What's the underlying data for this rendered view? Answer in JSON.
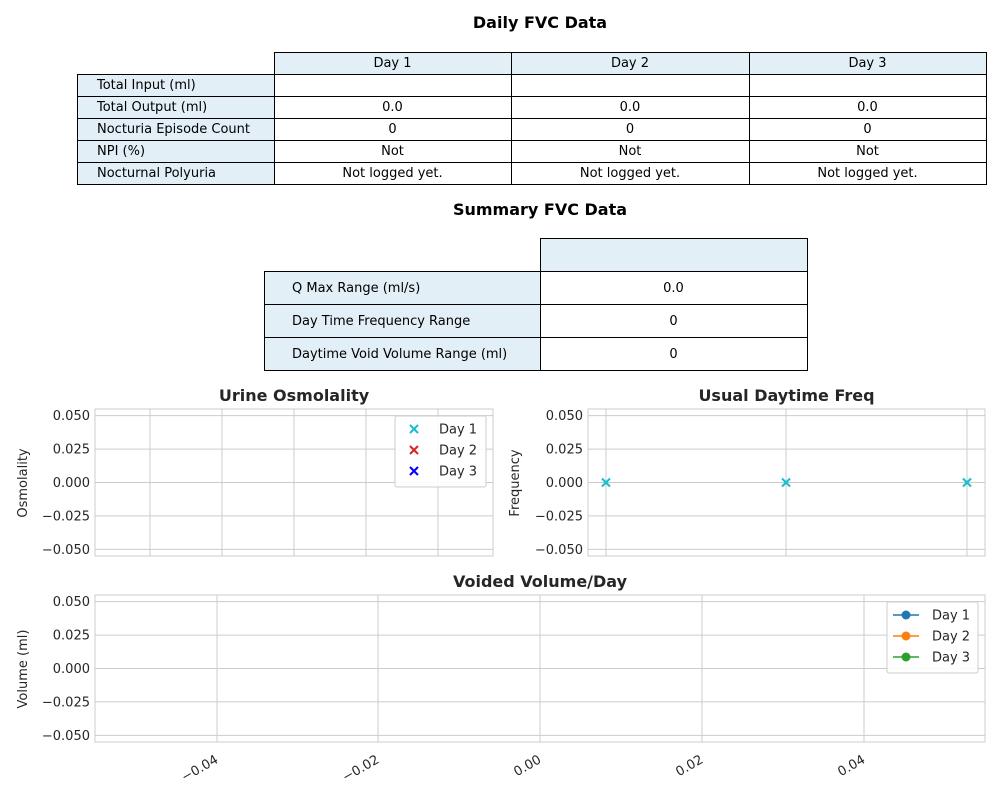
{
  "daily_title": "Daily FVC Data",
  "daily_table": {
    "columns": [
      "Day 1",
      "Day 2",
      "Day 3"
    ],
    "rows": [
      {
        "label": "Total Input (ml)",
        "values": [
          "",
          "",
          ""
        ]
      },
      {
        "label": "Total Output (ml)",
        "values": [
          "0.0",
          "0.0",
          "0.0"
        ]
      },
      {
        "label": "Nocturia Episode Count",
        "values": [
          "0",
          "0",
          "0"
        ]
      },
      {
        "label": "NPI (%)",
        "values": [
          "Not",
          "Not",
          "Not"
        ]
      },
      {
        "label": "Nocturnal Polyuria",
        "values": [
          "Not logged yet.",
          "Not logged yet.",
          "Not logged yet."
        ]
      }
    ]
  },
  "summary_title": "Summary FVC Data",
  "summary_table": {
    "column": "",
    "rows": [
      {
        "label": "Q Max Range (ml/s)",
        "value": "0.0"
      },
      {
        "label": "Day Time Frequency Range",
        "value": "0"
      },
      {
        "label": "Daytime Void Volume Range (ml)",
        "value": "0"
      }
    ]
  },
  "colors": {
    "header_bg": "#e3eff6",
    "grid": "#cccccc",
    "cyan": "#17becf",
    "red": "#d62728",
    "blue": "#0000ff",
    "tab_blue": "#1f77b4",
    "tab_orange": "#ff7f0e",
    "tab_green": "#2ca02c"
  },
  "chart_data": [
    {
      "type": "scatter",
      "title": "Urine Osmolality",
      "xlabel": "",
      "ylabel": "Osmolality",
      "ylim": [
        -0.055,
        0.055
      ],
      "yticks": [
        "0.050",
        "0.025",
        "0.000",
        "−0.025",
        "−0.050"
      ],
      "series": [
        {
          "name": "Day 1",
          "marker": "x",
          "color": "#17becf",
          "points": []
        },
        {
          "name": "Day 2",
          "marker": "x",
          "color": "#d62728",
          "points": []
        },
        {
          "name": "Day 3",
          "marker": "x",
          "color": "#0000ff",
          "points": []
        }
      ],
      "legend": "top-right",
      "grid": true
    },
    {
      "type": "scatter",
      "title": "Usual Daytime Freq",
      "xlabel": "",
      "ylabel": "Frequency",
      "ylim": [
        -0.055,
        0.055
      ],
      "yticks": [
        "0.050",
        "0.025",
        "0.000",
        "−0.025",
        "−0.050"
      ],
      "series": [
        {
          "marker": "x",
          "color": "#17becf",
          "points": [
            0,
            0,
            0
          ]
        }
      ],
      "grid": true
    },
    {
      "type": "line",
      "title": "Voided Volume/Day",
      "xlabel": "",
      "ylabel": "Volume (ml)",
      "xlim": [
        -0.055,
        0.055
      ],
      "ylim": [
        -0.055,
        0.055
      ],
      "xticks": [
        "−0.04",
        "−0.02",
        "0.00",
        "0.02",
        "0.04"
      ],
      "yticks": [
        "0.050",
        "0.025",
        "0.000",
        "−0.025",
        "−0.050"
      ],
      "series": [
        {
          "name": "Day 1",
          "color": "#1f77b4",
          "values": []
        },
        {
          "name": "Day 2",
          "color": "#ff7f0e",
          "values": []
        },
        {
          "name": "Day 3",
          "color": "#2ca02c",
          "values": []
        }
      ],
      "legend": "top-right",
      "grid": true
    }
  ]
}
